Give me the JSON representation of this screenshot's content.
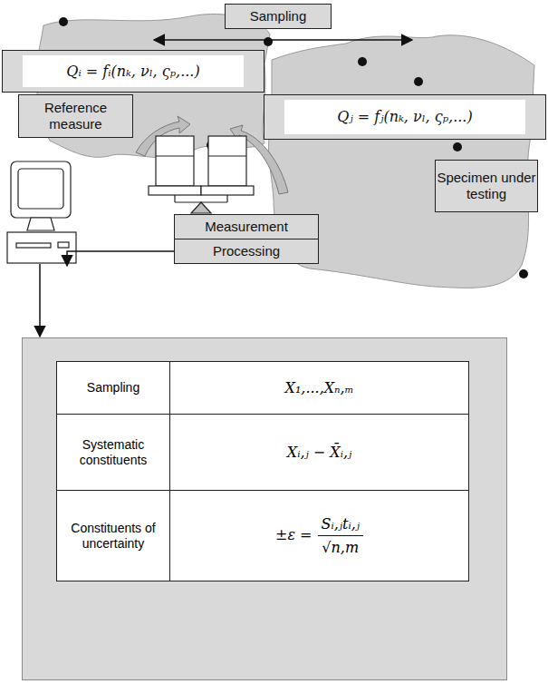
{
  "diagram": {
    "nodes": [
      {
        "text": [
          "Sampling"
        ]
      },
      {
        "text": [
          "Qᵢ = fᵢ(nₖ, νₗ, ςₚ,...)"
        ]
      },
      {
        "text": [
          "Reference measure"
        ]
      },
      {
        "text": [
          "Qⱼ = fⱼ(nₖ, νₗ, ςₚ,...)"
        ]
      },
      {
        "text": [
          "Specimen under testing"
        ]
      },
      {
        "text": [
          "Measurement"
        ]
      },
      {
        "text": [
          "Processing"
        ]
      }
    ],
    "labels": [
      "Sampling",
      "X₁,...,Xₙ,ₘ",
      "Systematic constituents",
      "Xᵢ,ⱼ − X̄ᵢ,ⱼ",
      "Constituents of uncertainty",
      "±ε =",
      "Sᵢ,ⱼtᵢ,ⱼ",
      "√n,m"
    ]
  }
}
